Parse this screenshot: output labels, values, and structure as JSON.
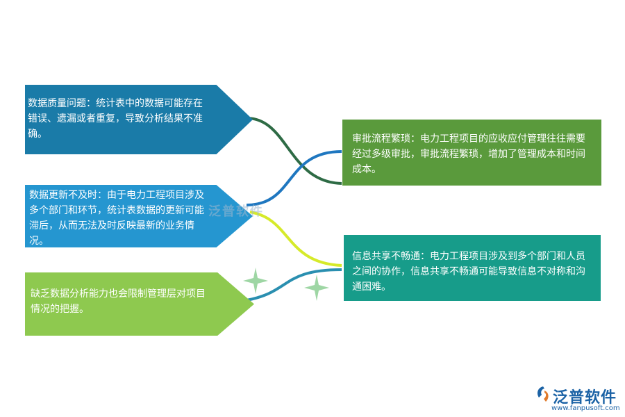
{
  "nodes": {
    "quality": "数据质量问题：统计表中的数据可能存在错误、遗漏或者重复，导致分析结果不准确。",
    "update": "数据更新不及时：由于电力工程项目涉及多个部门和环节，统计表数据的更新可能滞后，从而无法及时反映最新的业务情况。",
    "analysis": "缺乏数据分析能力也会限制管理层对项目情况的把握。",
    "approval": "审批流程繁琐：电力工程项目的应收应付管理往往需要经过多级审批，审批流程繁琐，增加了管理成本和时间成本。",
    "sharing": "信息共享不畅通：电力工程项目涉及到多个部门和人员之间的协作，信息共享不畅通可能导致信息不对称和沟通困难。"
  },
  "colors": {
    "quality": "#1a7ba8",
    "update": "#2596d0",
    "analysis": "#8ec94f",
    "approval": "#5a9a3c",
    "sharing": "#179c8a",
    "curve_dark_green": "#2e6b45",
    "curve_blue": "#1f77c0",
    "curve_yellow": "#d6ea2a",
    "curve_teal": "#2a8fb0",
    "sparkle": "#9ed6a4"
  },
  "watermark": {
    "text": "泛普软件"
  },
  "logo": {
    "name": "泛普软件",
    "url": "www.fanpusoft.com"
  }
}
